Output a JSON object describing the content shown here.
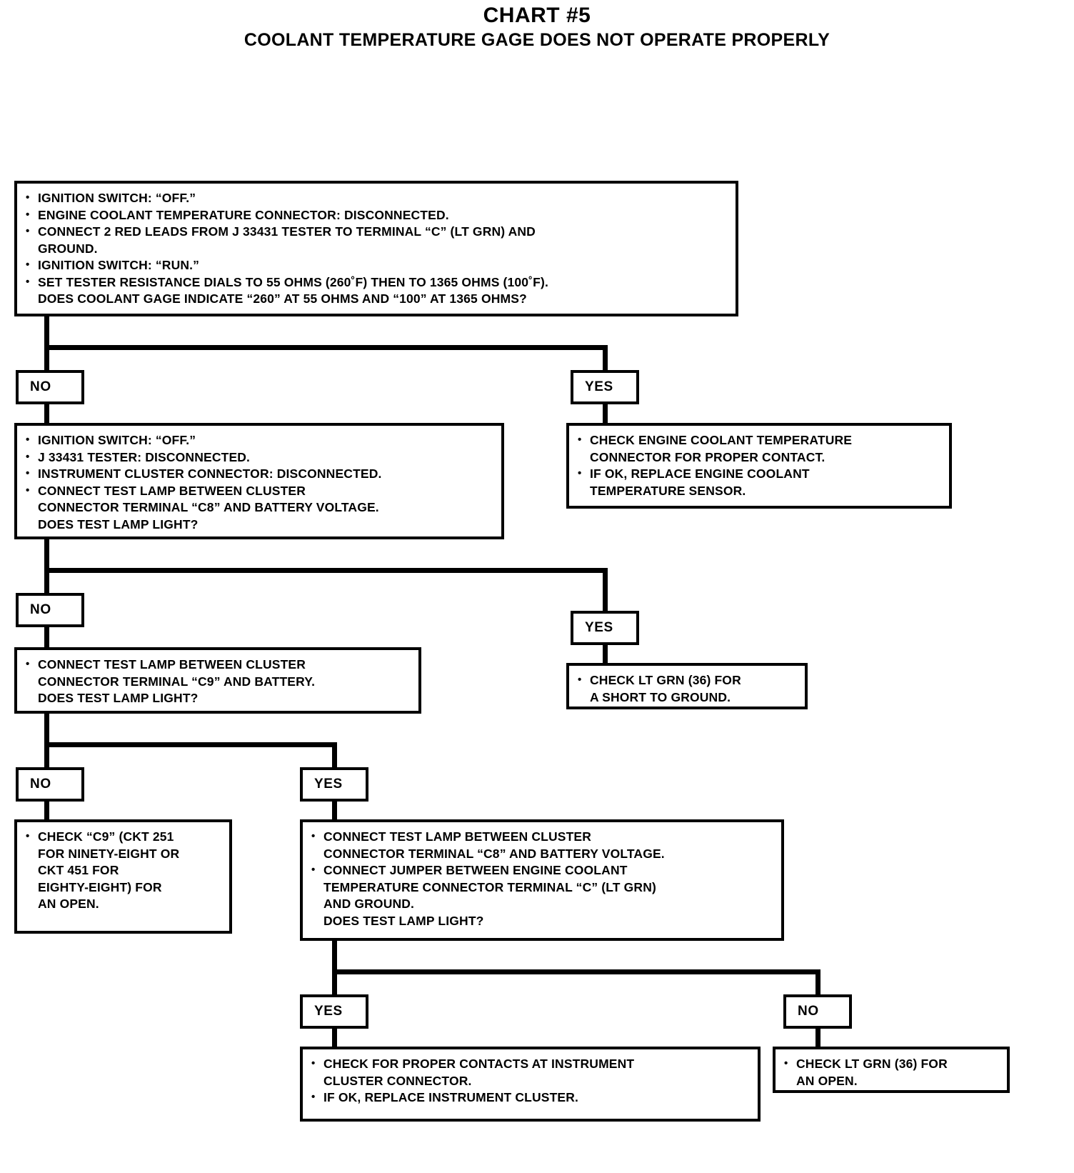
{
  "title": {
    "main": "CHART #5",
    "sub": "COOLANT TEMPERATURE GAGE DOES NOT OPERATE PROPERLY"
  },
  "chart_data": {
    "type": "diagram",
    "diagram_kind": "diagnostic-flowchart",
    "title": "CHART #5 — COOLANT TEMPERATURE GAGE DOES NOT OPERATE PROPERLY",
    "nodes": [
      {
        "id": "step1",
        "kind": "test",
        "lines": [
          "IGNITION SWITCH: “OFF.”",
          "ENGINE COOLANT TEMPERATURE CONNECTOR: DISCONNECTED.",
          "CONNECT 2 RED LEADS FROM J 33431 TESTER TO TERMINAL “C” (LT GRN) AND\nGROUND.",
          "IGNITION SWITCH: “RUN.”",
          "SET TESTER RESISTANCE DIALS TO 55 OHMS (260˚F) THEN TO 1365 OHMS (100˚F).\nDOES COOLANT GAGE INDICATE “260” AT 55 OHMS AND “100” AT 1365 OHMS?"
        ]
      },
      {
        "id": "step2",
        "kind": "test",
        "lines": [
          "IGNITION SWITCH: “OFF.”",
          "J 33431 TESTER: DISCONNECTED.",
          "INSTRUMENT CLUSTER CONNECTOR: DISCONNECTED.",
          "CONNECT TEST LAMP BETWEEN CLUSTER\nCONNECTOR TERMINAL “C8” AND BATTERY VOLTAGE.\nDOES TEST LAMP LIGHT?"
        ]
      },
      {
        "id": "result1",
        "kind": "result",
        "lines": [
          "CHECK ENGINE COOLANT TEMPERATURE\nCONNECTOR FOR PROPER CONTACT.",
          "IF OK, REPLACE ENGINE COOLANT\nTEMPERATURE SENSOR."
        ]
      },
      {
        "id": "step3",
        "kind": "test",
        "lines": [
          "CONNECT TEST LAMP BETWEEN CLUSTER\nCONNECTOR TERMINAL “C9” AND BATTERY.\nDOES TEST LAMP LIGHT?"
        ]
      },
      {
        "id": "result2",
        "kind": "result",
        "lines": [
          "CHECK LT GRN (36) FOR\nA SHORT TO GROUND."
        ]
      },
      {
        "id": "result3",
        "kind": "result",
        "lines": [
          "CHECK “C9” (CKT 251\nFOR NINETY-EIGHT OR\nCKT 451 FOR\nEIGHTY-EIGHT) FOR\nAN OPEN."
        ]
      },
      {
        "id": "step4",
        "kind": "test",
        "lines": [
          "CONNECT TEST LAMP BETWEEN CLUSTER\nCONNECTOR TERMINAL “C8” AND BATTERY VOLTAGE.",
          "CONNECT JUMPER BETWEEN ENGINE COOLANT\nTEMPERATURE CONNECTOR TERMINAL “C” (LT GRN)\nAND GROUND.\nDOES TEST LAMP LIGHT?"
        ]
      },
      {
        "id": "result4",
        "kind": "result",
        "lines": [
          "CHECK FOR PROPER CONTACTS AT INSTRUMENT\nCLUSTER CONNECTOR.",
          "IF OK, REPLACE INSTRUMENT CLUSTER."
        ]
      },
      {
        "id": "result5",
        "kind": "result",
        "lines": [
          "CHECK LT GRN (36) FOR\nAN OPEN."
        ]
      }
    ],
    "branch_labels": [
      {
        "id": "b1-no",
        "label": "NO",
        "from": "step1",
        "to": "step2"
      },
      {
        "id": "b1-yes",
        "label": "YES",
        "from": "step1",
        "to": "result1"
      },
      {
        "id": "b2-no",
        "label": "NO",
        "from": "step2",
        "to": "step3"
      },
      {
        "id": "b2-yes",
        "label": "YES",
        "from": "step2",
        "to": "result2"
      },
      {
        "id": "b3-no",
        "label": "NO",
        "from": "step3",
        "to": "result3"
      },
      {
        "id": "b3-yes",
        "label": "YES",
        "from": "step3",
        "to": "step4"
      },
      {
        "id": "b4-yes",
        "label": "YES",
        "from": "step4",
        "to": "result4"
      },
      {
        "id": "b4-no",
        "label": "NO",
        "from": "step4",
        "to": "result5"
      }
    ],
    "colors": {
      "ink": "#000000",
      "paper": "#ffffff"
    }
  }
}
